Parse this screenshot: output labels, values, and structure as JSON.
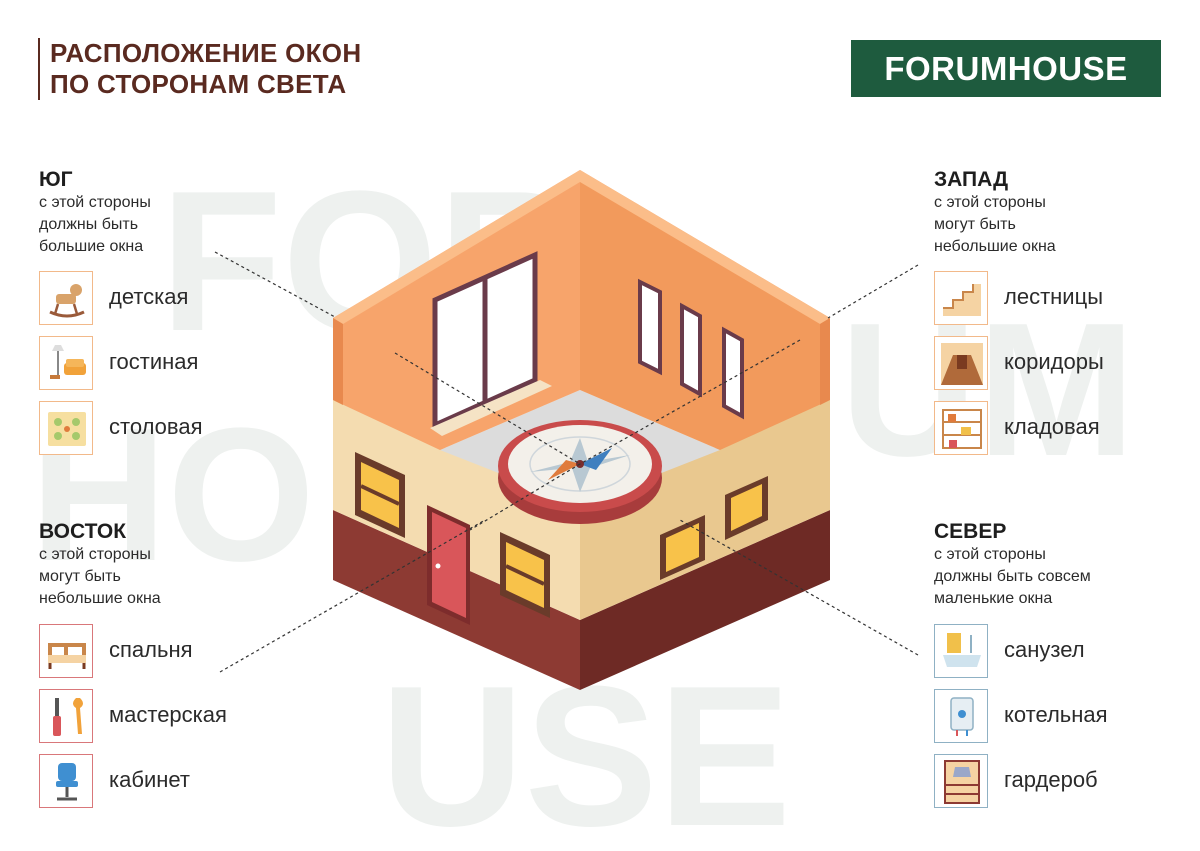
{
  "title": {
    "line1": "РАСПОЛОЖЕНИЕ ОКОН",
    "line2": "ПО СТОРОНАМ СВЕТА"
  },
  "logo": "FORUMHOUSE",
  "watermark": {
    "top": "FOR",
    "right": "UM",
    "middle": "HO",
    "bottom": "USE"
  },
  "sides": {
    "south": {
      "title": "ЮГ",
      "note": [
        "с этой стороны",
        "должны быть",
        "большие окна"
      ],
      "rooms": [
        {
          "label": "детская",
          "icon": "rocking-horse-icon"
        },
        {
          "label": "гостиная",
          "icon": "armchair-lamp-icon"
        },
        {
          "label": "столовая",
          "icon": "dining-table-icon"
        }
      ]
    },
    "west": {
      "title": "ЗАПАД",
      "note": [
        "с этой стороны",
        "могут быть",
        "небольшие окна"
      ],
      "rooms": [
        {
          "label": "лестницы",
          "icon": "stairs-icon"
        },
        {
          "label": "коридоры",
          "icon": "corridor-icon"
        },
        {
          "label": "кладовая",
          "icon": "shelves-icon"
        }
      ]
    },
    "east": {
      "title": "ВОСТОК",
      "note": [
        "с этой стороны",
        "могут быть",
        "небольшие окна"
      ],
      "rooms": [
        {
          "label": "спальня",
          "icon": "bed-icon"
        },
        {
          "label": "мастерская",
          "icon": "tools-icon"
        },
        {
          "label": "кабинет",
          "icon": "office-chair-icon"
        }
      ]
    },
    "north": {
      "title": "СЕВЕР",
      "note": [
        "с этой стороны",
        "должны быть совсем",
        "маленькие окна"
      ],
      "rooms": [
        {
          "label": "санузел",
          "icon": "bathtub-icon"
        },
        {
          "label": "котельная",
          "icon": "boiler-icon"
        },
        {
          "label": "гардероб",
          "icon": "wardrobe-icon"
        }
      ]
    }
  },
  "colors": {
    "brand": "#1e5b3e",
    "title": "#5a2a20",
    "wall_orange": "#f7a56a",
    "wall_beige": "#f5dfb3",
    "base": "#8d3a33",
    "watermark": "#eef1ef"
  }
}
